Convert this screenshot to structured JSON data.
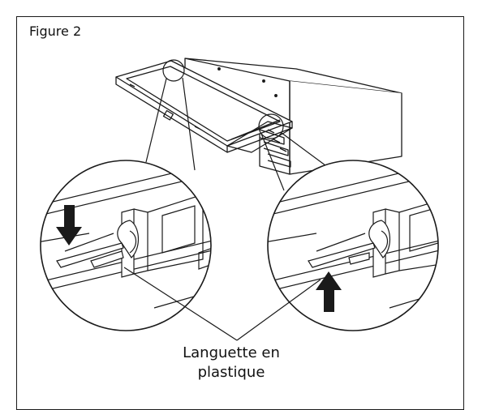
{
  "figure": {
    "title": "Figure 2",
    "callout_line1": "Languette en",
    "callout_line2": "plastique"
  },
  "colors": {
    "line": "#1a1a1a",
    "arrow": "#1a1a1a",
    "background": "#ffffff"
  }
}
